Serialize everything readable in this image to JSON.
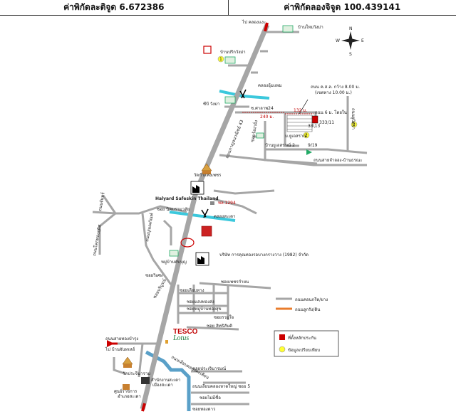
{
  "header": {
    "latitude_text": "ค่าพิกัดละติจูด 6.672386",
    "longitude_text": "ค่าพิกัดลองจิจูด 100.439141"
  },
  "map": {
    "labels": {
      "to_north": "ไป คลองแงะ",
      "village_top": "บ้านใหม่วังม่า",
      "village_right1": "บ้านปริกวังม่า",
      "canal_top": "คลองอุ้มแพม",
      "village_left2": "ซีบี วังม่า",
      "soi_24": "ซ.ศาลาพ24",
      "dist_240": "240 ม.",
      "dist_132": "132 ม.",
      "road_note_1": "ถนน ค.ส.ล. กว้าง 8.00 ม.",
      "road_note_2": "(เขตทาง 10.00 ม.)",
      "road_width_6": "ถนน 6 ม. โดยใน",
      "plot_33": "33\\13",
      "plot_333": "333/11",
      "village_mid": "ม.ยูเอสราณ์",
      "plot_919": "9/19",
      "village_2": "บ้านยูเอสราณ์ 2",
      "road_east": "ถนนสายจำลอง-บ้านธรณะ",
      "road_far_right": "ถนนยูนิตรา",
      "highway": "ถนนกาญจนวณิชย์ 43",
      "road_vertical": "ซอยวังม่าฝั่ง",
      "temple": "วัดกำแพ่งเพชร",
      "factory": "Halyard Safeskin Thailand",
      "route_1294": "ทล.1294",
      "soi_nikom": "ซอย นิคมรามวลัย",
      "canal_mid": "คลองสะเดา",
      "road_side_left": "ถนนจันทร์",
      "road_side_left2": "ถนนโคกทองอุทิศ",
      "road_side_left3": "ถนนปุณณกัณฑ์",
      "company": "บริษัท การคุณทองรอบางกรางวาง (1982) จำกัด",
      "village_low": "หมู่บ้านทับบุญ",
      "soi_low1": "ซอยวิเศษ",
      "soi_low2": "ซอยบริบูรณ์",
      "soi_block1": "ซอยเพชรกำยน",
      "soi_block2": "ซอยเลียบทาง",
      "soi_block3": "ซอยแสงทองส่ง",
      "soi_block4": "ซอยหมู่บ้านทองสุข",
      "soi_block5": "ซอยรวมใจ",
      "soi_block6": "ซอย สิทธิสันติ",
      "road_west": "ถนนสายทองบำรุง",
      "to_west": "ไป บ้านจันทเหฮ์",
      "tesco_1": "TESCO",
      "tesco_2": "Lotus",
      "temple_low": "วัดประจีนาราม",
      "office": "สำนักงานสะเดา",
      "office_2": "เมืองสะเดา",
      "center": "ศูนย์ราชการ",
      "center_2": "อำเภอสะเดา",
      "road_bottom1": "ซอยประเจินารมณ์",
      "road_bottom2": "ถนนเลียบคลองหาดใหญ่ ซอย 5",
      "road_bottom3": "ซอยไม่มีชื่อ",
      "road_bottom4": "ซอยทองดาว",
      "road_canal": "ถนนเลียบคลองตะเคียน",
      "legend_paved": "ถนนคอนกรีต/ยาง",
      "legend_unpaved": "ถนนลูกรัง/ดิน",
      "legend_site": "ที่ตั้งหลักประกัน",
      "legend_info": "ข้อมูลเปรียบเทียบ",
      "info_1": "1",
      "info_2": "2",
      "info_3": "3"
    },
    "colors": {
      "road": "#a6a6a6",
      "unpaved": "#e97c2c",
      "canal": "#3cc8dc",
      "river": "#5aa0c8",
      "site": "#cc0000",
      "info": "#ffff33"
    }
  }
}
